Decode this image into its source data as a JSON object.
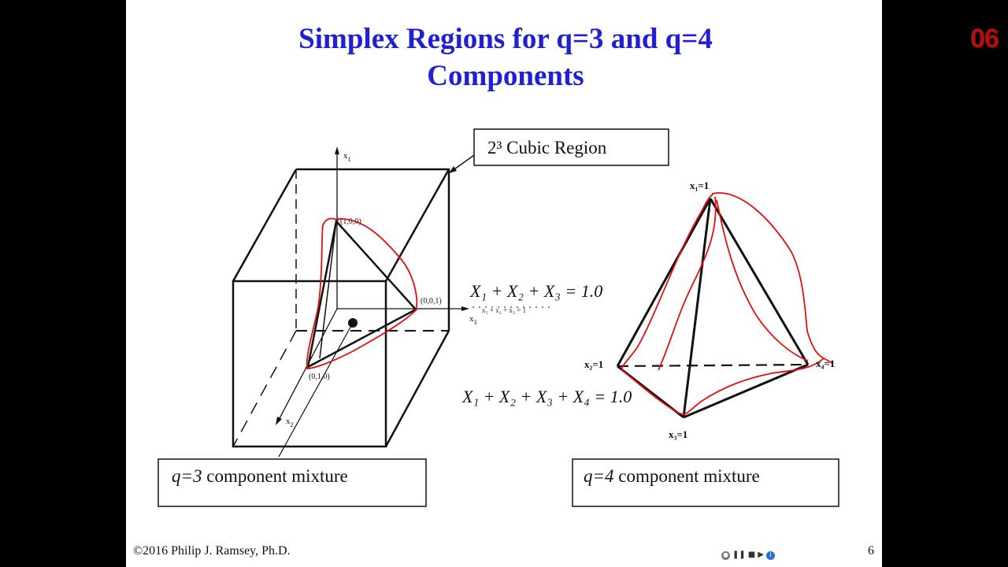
{
  "slide": {
    "title_line1": "Simplex Regions for q=3 and q=4",
    "title_line2": "Components",
    "footer_copyright": "©2016 Philip J. Ramsey,  Ph.D.",
    "page_number": "6"
  },
  "figure": {
    "cube_callout_label": "2³ Cubic Region",
    "cube_axis_x1": "x",
    "cube_axis_x1_sub": "1",
    "cube_axis_x2": "x",
    "cube_axis_x2_sub": "2",
    "cube_axis_x3": "x",
    "cube_axis_x3_sub": "3",
    "point_100": "(1,0,0)",
    "point_001": "(0,0,1)",
    "point_010": "(0,1,0)",
    "eq_q3_label": "X₁ + X₂ + X₃ = 1.0",
    "eq_q4_label": "X₁ + X₂ + X₃ + X₄ = 1.0",
    "tetra_x1": "x₁=1",
    "tetra_x2": "x₂=1",
    "tetra_x3": "x₃=1",
    "tetra_x4": "x₄=1",
    "q3_box_q": "q=3",
    "q3_box_text": " component mixture",
    "q4_box_q": "q=4",
    "q4_box_text": " component mixture",
    "ink_color": "#e01010"
  },
  "player": {
    "icons": [
      "record-icon",
      "pause-icon",
      "stop-icon",
      "next-icon",
      "info-icon"
    ]
  },
  "overlay_badge": "06"
}
